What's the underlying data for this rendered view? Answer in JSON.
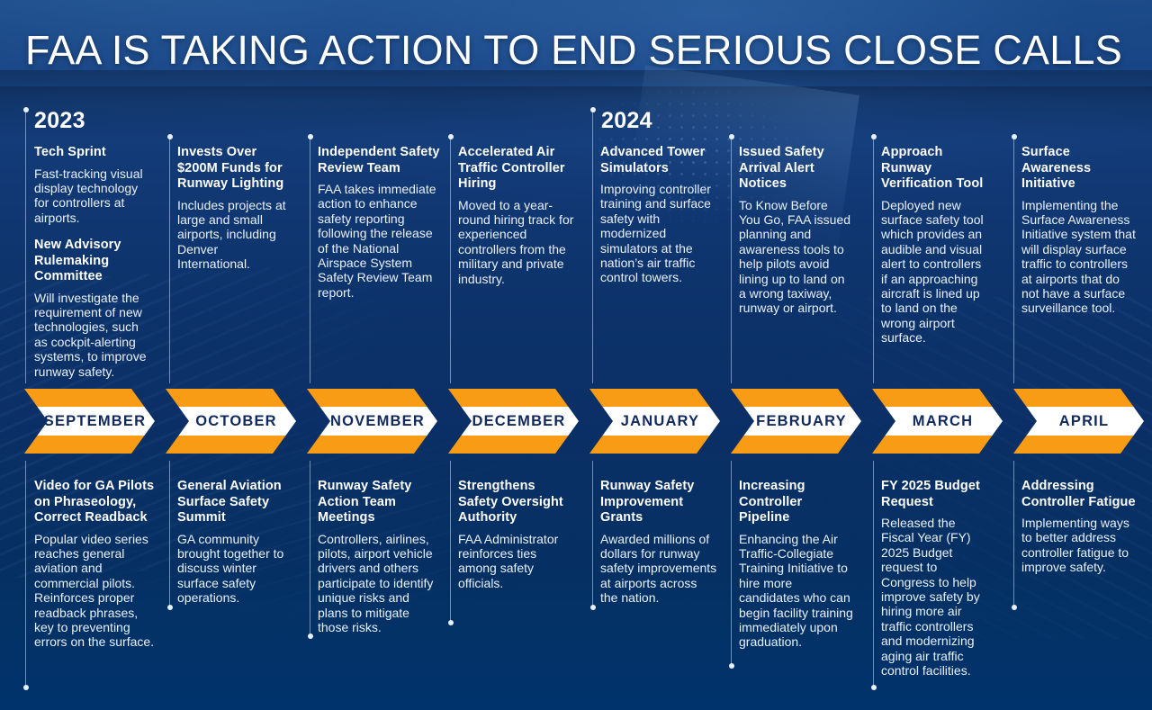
{
  "title": "FAA IS TAKING ACTION TO END SERIOUS CLOSE CALLS",
  "colors": {
    "background_navy": "#0e346d",
    "background_deep": "#00336b",
    "accent_orange": "#f89c16",
    "banner_white": "#ffffff",
    "banner_text_navy": "#11295c",
    "text_white": "#ffffff"
  },
  "years": [
    {
      "label": "2023"
    },
    {
      "label": "2024"
    }
  ],
  "months": [
    {
      "label": "SEPTEMBER"
    },
    {
      "label": "OCTOBER"
    },
    {
      "label": "NOVEMBER"
    },
    {
      "label": "DECEMBER"
    },
    {
      "label": "JANUARY"
    },
    {
      "label": "FEBRUARY"
    },
    {
      "label": "MARCH"
    },
    {
      "label": "APRIL"
    }
  ],
  "above": [
    {
      "heading": "Tech Sprint",
      "body": "Fast-tracking visual display technology for controllers at airports.",
      "heading2": "New Advisory Rulemaking Committee",
      "body2": "Will investigate the requirement of new technologies, such as cockpit-alerting systems, to improve runway safety."
    },
    {
      "heading": "Invests Over $200M Funds for Runway Lighting",
      "body": "Includes projects at large and small airports, including Denver International."
    },
    {
      "heading": "Independent Safety Review Team",
      "body": "FAA takes immediate action to enhance safety reporting following the release of the National Airspace System Safety Review Team report."
    },
    {
      "heading": "Accelerated Air Traffic Controller Hiring",
      "body": "Moved to a year-round hiring track for experienced controllers from the military and private industry."
    },
    {
      "heading": "Advanced Tower Simulators",
      "body": "Improving controller training and surface safety with modernized simulators at the nation’s air traffic control towers."
    },
    {
      "heading": "Issued Safety Arrival Alert Notices",
      "body": "To Know Before You Go, FAA issued planning and awareness tools to help pilots avoid lining up to land on a wrong taxiway, runway or airport."
    },
    {
      "heading": "Approach Runway Verification Tool",
      "body": "Deployed new surface safety tool which provides an audible and visual alert to controllers if an approaching aircraft is lined up to land on the wrong airport surface."
    },
    {
      "heading": "Surface Awareness Initiative",
      "body": "Implementing the Surface Awareness Initiative system that will display surface traffic to controllers at airports that do not have a surface surveillance tool."
    }
  ],
  "below": [
    {
      "heading": "Video for GA Pilots on Phraseology, Correct Readback",
      "body": "Popular video series reaches general aviation and commercial pilots. Reinforces proper readback phrases, key to preventing errors on the surface."
    },
    {
      "heading": "General Aviation Surface Safety Summit",
      "body": "GA community brought together to discuss winter surface safety operations."
    },
    {
      "heading": "Runway Safety Action Team Meetings",
      "body": "Controllers, airlines, pilots, airport vehicle drivers and others participate to identify unique risks and plans to mitigate those risks."
    },
    {
      "heading": "Strengthens Safety Oversight Authority",
      "body": "FAA Administrator reinforces ties among safety officials."
    },
    {
      "heading": "Runway Safety Improvement Grants",
      "body": "Awarded millions of dollars for runway safety improvements at airports across the nation."
    },
    {
      "heading": "Increasing Controller Pipeline",
      "body": "Enhancing the Air Traffic-Collegiate Training Initiative to hire more candidates who can begin facility training immediately upon graduation."
    },
    {
      "heading": "FY 2025 Budget Request",
      "body": "Released the Fiscal Year (FY) 2025 Budget request to Congress to help improve safety by hiring more air traffic controllers and modernizing aging air traffic control facilities."
    },
    {
      "heading": "Addressing Controller Fatigue",
      "body": "Implementing ways to better address controller fatigue to improve safety."
    }
  ]
}
